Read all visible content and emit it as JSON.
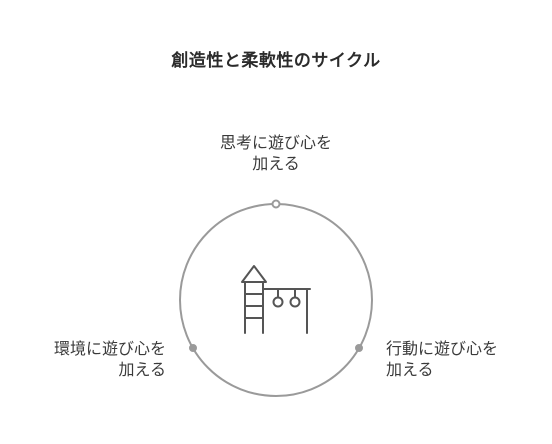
{
  "title": "創造性と柔軟性のサイクル",
  "nodes": {
    "top": {
      "line1": "思考に遊び心を",
      "line2": "加える"
    },
    "left": {
      "line1": "環境に遊び心を",
      "line2": "加える"
    },
    "right": {
      "line1": "行動に遊び心を",
      "line2": "加える"
    }
  },
  "center_icon": "playground-icon",
  "colors": {
    "circle": "#9a9a9a",
    "icon": "#555555",
    "text": "#3a3a3a"
  }
}
